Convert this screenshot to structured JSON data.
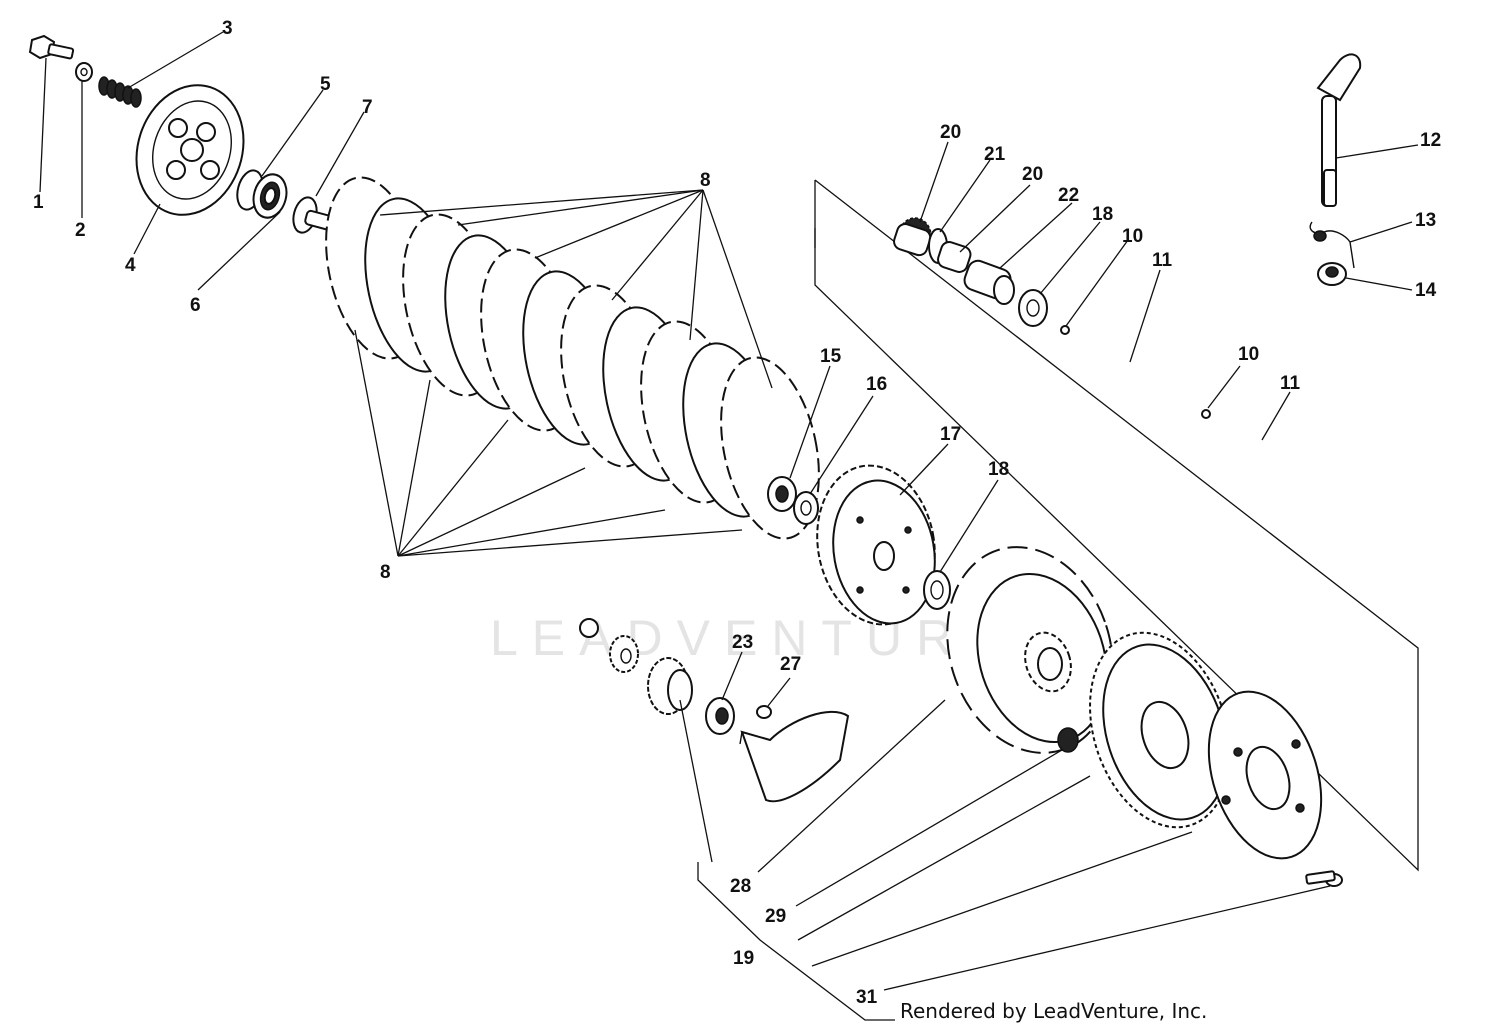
{
  "watermark": "LEADVENTURE",
  "credit": "Rendered by LeadVenture, Inc.",
  "callouts": {
    "c1": "1",
    "c2": "2",
    "c3": "3",
    "c4": "4",
    "c5": "5",
    "c6": "6",
    "c7": "7",
    "c8a": "8",
    "c8b": "8",
    "c10a": "10",
    "c10b": "10",
    "c11a": "11",
    "c11b": "11",
    "c12": "12",
    "c13": "13",
    "c14": "14",
    "c15": "15",
    "c16": "16",
    "c17": "17",
    "c18a": "18",
    "c18b": "18",
    "c19": "19",
    "c20a": "20",
    "c20b": "20",
    "c21": "21",
    "c22": "22",
    "c23": "23",
    "c27": "27",
    "c28": "28",
    "c29": "29",
    "c31": "31"
  }
}
